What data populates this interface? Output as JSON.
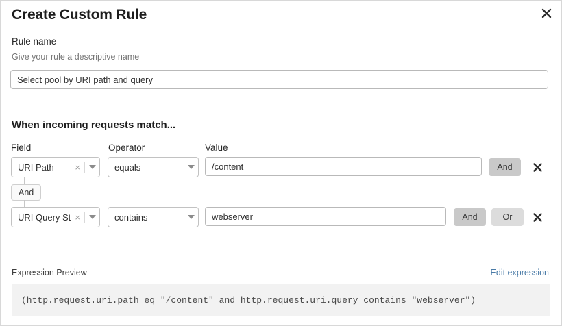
{
  "modal": {
    "title": "Create Custom Rule",
    "close_icon": "close-icon"
  },
  "rule_name": {
    "label": "Rule name",
    "help": "Give your rule a descriptive name",
    "value": "Select pool by URI path and query",
    "placeholder": ""
  },
  "conditions": {
    "heading": "When incoming requests match...",
    "columns": {
      "field": "Field",
      "operator": "Operator",
      "value": "Value"
    },
    "group_operator": "And",
    "rows": [
      {
        "field": "URI Path",
        "operator": "equals",
        "value": "/content",
        "clear_icon": "clear-icon",
        "caret_icon": "chevron-down-icon",
        "and_label": "And",
        "and_active": true,
        "or_label": "",
        "remove_icon": "remove-icon"
      },
      {
        "field": "URI Query St...",
        "operator": "contains",
        "value": "webserver",
        "clear_icon": "clear-icon",
        "caret_icon": "chevron-down-icon",
        "and_label": "And",
        "and_active": true,
        "or_label": "Or",
        "remove_icon": "remove-icon"
      }
    ]
  },
  "expression": {
    "label": "Expression Preview",
    "edit_link": "Edit expression",
    "code": "(http.request.uri.path eq \"/content\" and http.request.uri.query contains \"webserver\")"
  },
  "colors": {
    "link": "#4a7ba7",
    "button_active": "#c9c9c9",
    "button_idle": "#dcdcdc",
    "code_bg": "#f2f2f2"
  }
}
